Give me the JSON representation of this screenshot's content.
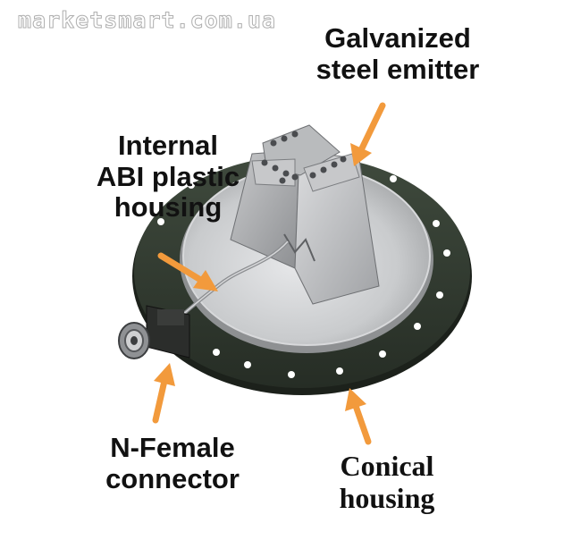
{
  "watermark": "marketsmart.com.ua",
  "labels": {
    "emitter": [
      "Galvanized",
      "steel emitter"
    ],
    "abi_housing": [
      "Internal",
      "ABI plastic",
      "housing"
    ],
    "connector": [
      "N-Female",
      "connector"
    ],
    "conical": [
      "Conical",
      "housing"
    ]
  },
  "colors": {
    "arrow": "#f29a3c",
    "base_plate": "#333e31",
    "inner_disc": "#c4c6c8",
    "emitter_metal": "#a9abad",
    "label_text": "#111111"
  }
}
